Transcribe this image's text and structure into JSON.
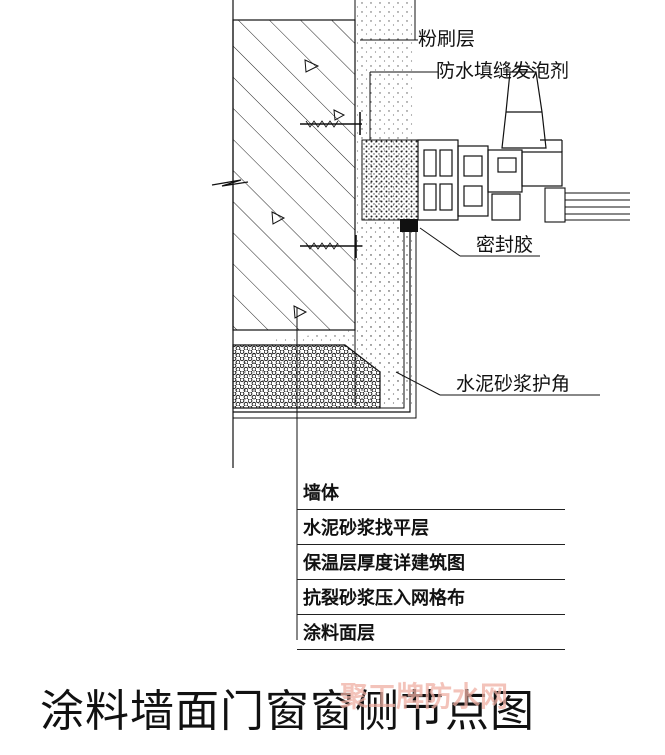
{
  "labels": {
    "plaster": "粉刷层",
    "foam": "防水填缝发泡剂",
    "sealant": "密封胶",
    "mortar_corner": "水泥砂浆护角"
  },
  "legend": {
    "items": [
      "墙体",
      "水泥砂浆找平层",
      "保温层厚度详建筑图",
      "抗裂砂浆压入网格布",
      "涂料面层"
    ]
  },
  "caption": "涂料墙面门窗窗侧节点图",
  "watermark": "聚工牌防水网",
  "colors": {
    "line": "#111111",
    "watermark": "#f0b0a4"
  }
}
